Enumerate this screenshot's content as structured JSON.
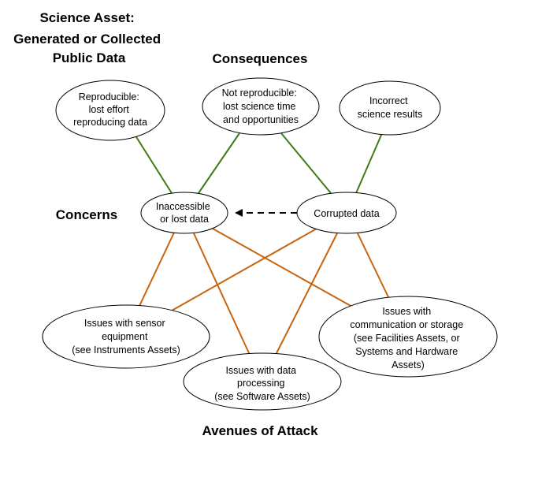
{
  "headings": {
    "asset": [
      "Science Asset:",
      "Generated or Collected",
      "Public Data"
    ],
    "consequences": "Consequences",
    "concerns": "Concerns",
    "avenues": "Avenues of Attack"
  },
  "colors": {
    "consequence_edge": "#3f7b12",
    "attack_edge": "#c7640d",
    "dependency_edge": "#000000"
  },
  "nodes": {
    "reproducible": {
      "lines": [
        "Reproducible:",
        "lost effort",
        "reproducing data"
      ]
    },
    "not_reproducible": {
      "lines": [
        "Not reproducible:",
        "lost science time",
        "and opportunities"
      ]
    },
    "incorrect": {
      "lines": [
        "Incorrect",
        "science results"
      ]
    },
    "inaccessible": {
      "lines": [
        "Inaccessible",
        "or lost data"
      ]
    },
    "corrupted": {
      "lines": [
        "Corrupted data"
      ]
    },
    "sensor": {
      "lines": [
        "Issues with sensor",
        "equipment",
        "(see Instruments Assets)"
      ]
    },
    "processing": {
      "lines": [
        "Issues with data",
        "processing",
        "(see Software Assets)"
      ]
    },
    "communication": {
      "lines": [
        "Issues with",
        "communication or storage",
        "(see Facilities Assets, or",
        "Systems and Hardware",
        "Assets)"
      ]
    }
  },
  "edges": [
    {
      "from": "inaccessible",
      "to": "reproducible",
      "type": "consequence"
    },
    {
      "from": "inaccessible",
      "to": "not_reproducible",
      "type": "consequence"
    },
    {
      "from": "corrupted",
      "to": "not_reproducible",
      "type": "consequence"
    },
    {
      "from": "corrupted",
      "to": "incorrect",
      "type": "consequence"
    },
    {
      "from": "corrupted",
      "to": "inaccessible",
      "type": "dependency-arrow"
    },
    {
      "from": "sensor",
      "to": "inaccessible",
      "type": "attack"
    },
    {
      "from": "processing",
      "to": "inaccessible",
      "type": "attack"
    },
    {
      "from": "communication",
      "to": "inaccessible",
      "type": "attack"
    },
    {
      "from": "sensor",
      "to": "corrupted",
      "type": "attack"
    },
    {
      "from": "processing",
      "to": "corrupted",
      "type": "attack"
    },
    {
      "from": "communication",
      "to": "corrupted",
      "type": "attack"
    }
  ]
}
